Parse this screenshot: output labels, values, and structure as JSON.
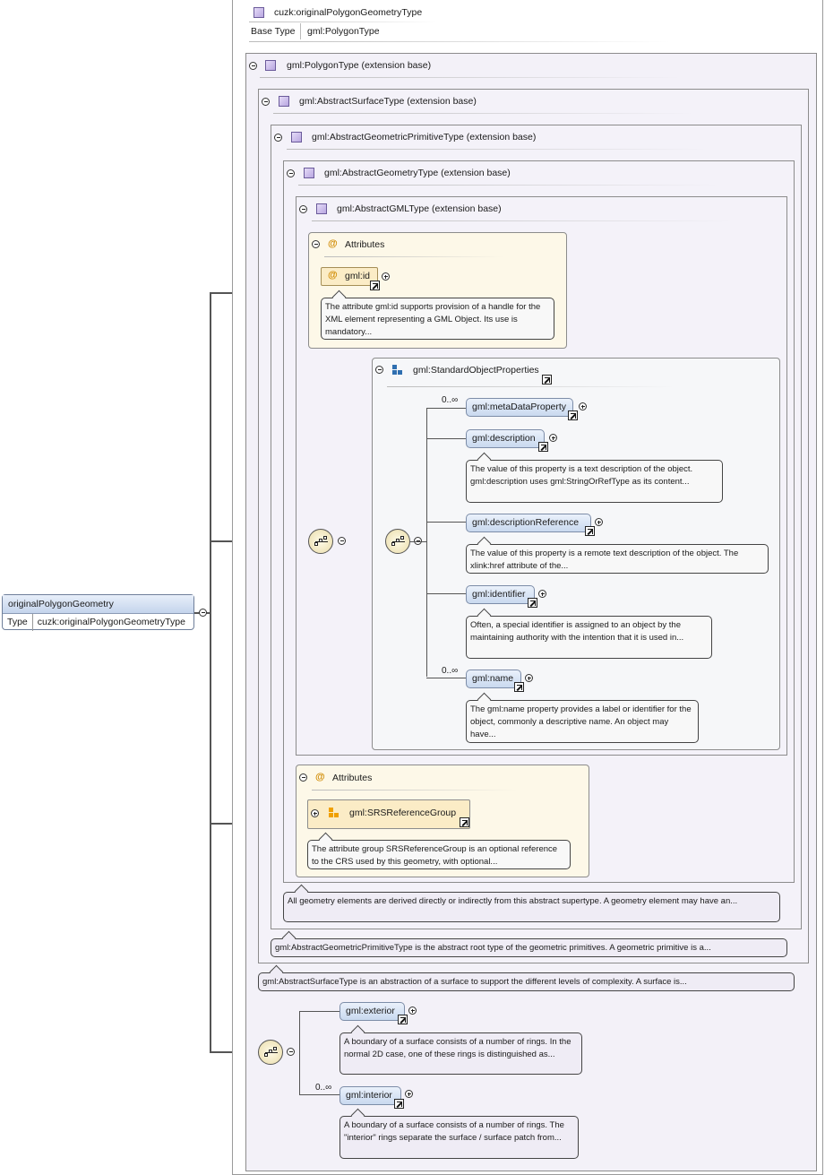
{
  "root": {
    "name": "originalPolygonGeometry",
    "type_label": "Type",
    "type_value": "cuzk:originalPolygonGeometryType"
  },
  "complex_type": {
    "name": "cuzk:originalPolygonGeometryType",
    "base_label": "Base Type",
    "base_value": "gml:PolygonType"
  },
  "extensions": [
    {
      "label": "gml:PolygonType (extension base)"
    },
    {
      "label": "gml:AbstractSurfaceType (extension base)"
    },
    {
      "label": "gml:AbstractGeometricPrimitiveType (extension base)"
    },
    {
      "label": "gml:AbstractGeometryType (extension base)"
    },
    {
      "label": "gml:AbstractGMLType (extension base)"
    }
  ],
  "attributes_label": "Attributes",
  "gml_id": {
    "name": "gml:id",
    "doc": "The attribute gml:id supports provision of a handle for the XML element representing a GML Object. Its use is mandatory..."
  },
  "std_props": {
    "name": "gml:StandardObjectProperties",
    "items": [
      {
        "name": "gml:metaDataProperty",
        "mult": "0..∞",
        "doc": ""
      },
      {
        "name": "gml:description",
        "mult": "",
        "doc": "The value of this property is a text description of the object. gml:description uses gml:StringOrRefType as its content..."
      },
      {
        "name": "gml:descriptionReference",
        "mult": "",
        "doc": "The value of this property is a remote text description of the object. The xlink:href attribute of the..."
      },
      {
        "name": "gml:identifier",
        "mult": "",
        "doc": "Often, a special identifier is assigned to an object by the maintaining authority with the intention that it is used in..."
      },
      {
        "name": "gml:name",
        "mult": "0..∞",
        "doc": "The gml:name property provides a label or identifier for the object, commonly a descriptive name. An object may have..."
      }
    ]
  },
  "srs": {
    "name": "gml:SRSReferenceGroup",
    "doc": "The attribute group SRSReferenceGroup is an optional reference to the CRS used by this geometry, with optional..."
  },
  "docs": {
    "geometry": "All geometry elements are derived directly or indirectly from this abstract supertype. A geometry element may have an...",
    "primitive": "gml:AbstractGeometricPrimitiveType is the abstract root type of the geometric primitives. A geometric primitive is a...",
    "surface": "gml:AbstractSurfaceType is an abstraction of a surface to support the different levels of complexity. A surface is..."
  },
  "polygon_items": [
    {
      "name": "gml:exterior",
      "mult": "",
      "doc": "A boundary of a surface consists of a number of rings. In the normal 2D case, one of these rings is distinguished as..."
    },
    {
      "name": "gml:interior",
      "mult": "0..∞",
      "doc": "A boundary of a surface consists of a number of rings. The \"interior\" rings separate the surface / surface patch from..."
    }
  ],
  "colors": {
    "element_fill": "#c9d9ef",
    "attribute_fill": "#fbecc6",
    "frame_fill": "#f3f1f8",
    "group_icon": "#2f6fb0",
    "attr_group_icon": "#f0a000"
  }
}
